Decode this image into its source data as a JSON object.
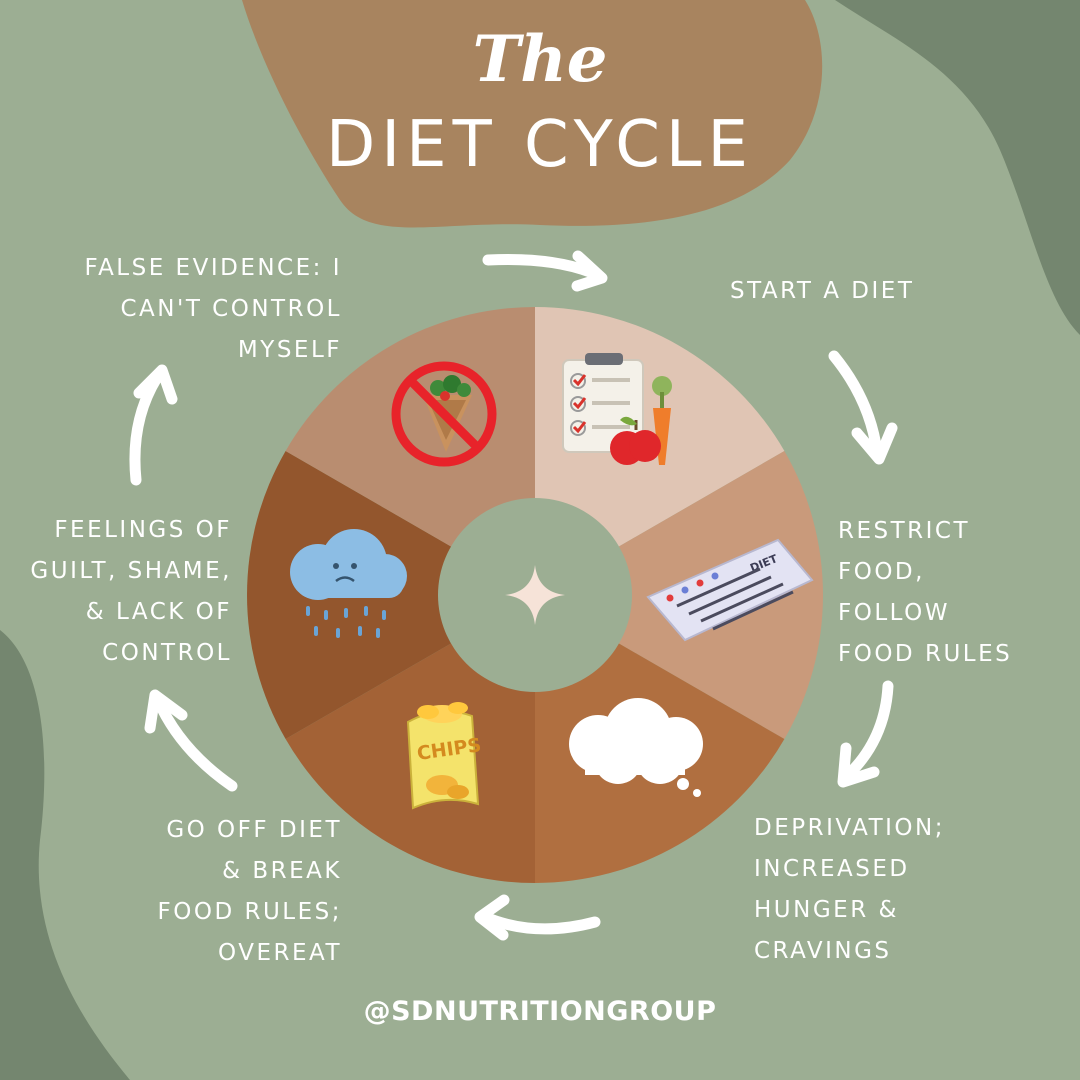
{
  "title": {
    "line1": "The",
    "line2": "DIET CYCLE"
  },
  "stages": [
    {
      "label": "START A DIET",
      "icon": "clipboard-checklist-with-apple-and-carrot-icon",
      "color": "#e0c5b4"
    },
    {
      "label": "RESTRICT\nFOOD,\nFOLLOW\nFOOD RULES",
      "icon": "diet-plan-paper-icon",
      "color": "#c99a7b"
    },
    {
      "label": "DEPRIVATION;\nINCREASED\nHUNGER &\nCRAVINGS",
      "icon": "thought-bubble-icon",
      "color": "#b06f40"
    },
    {
      "label": "GO OFF DIET\n& BREAK\nFOOD RULES;\nOVEREAT",
      "icon": "chips-bag-icon",
      "color": "#a36236"
    },
    {
      "label": "FEELINGS OF\nGUILT, SHAME,\n& LACK OF\nCONTROL",
      "icon": "sad-rain-cloud-icon",
      "color": "#93562d"
    },
    {
      "label": "FALSE EVIDENCE: I\nCAN'T CONTROL\nMYSELF",
      "icon": "no-food-wrap-icon",
      "color": "#b98d70"
    }
  ],
  "chips_text": "CHIPS",
  "diet_paper_text": "DIET",
  "handle": "@SDNUTRITIONGROUP",
  "colors": {
    "background": "#9cae93",
    "dark_green_blob": "#74866f",
    "brown_blob": "#a8845f",
    "center_circle": "#9cae93",
    "sparkle": "#f6e3d8",
    "text": "#ffffff"
  }
}
